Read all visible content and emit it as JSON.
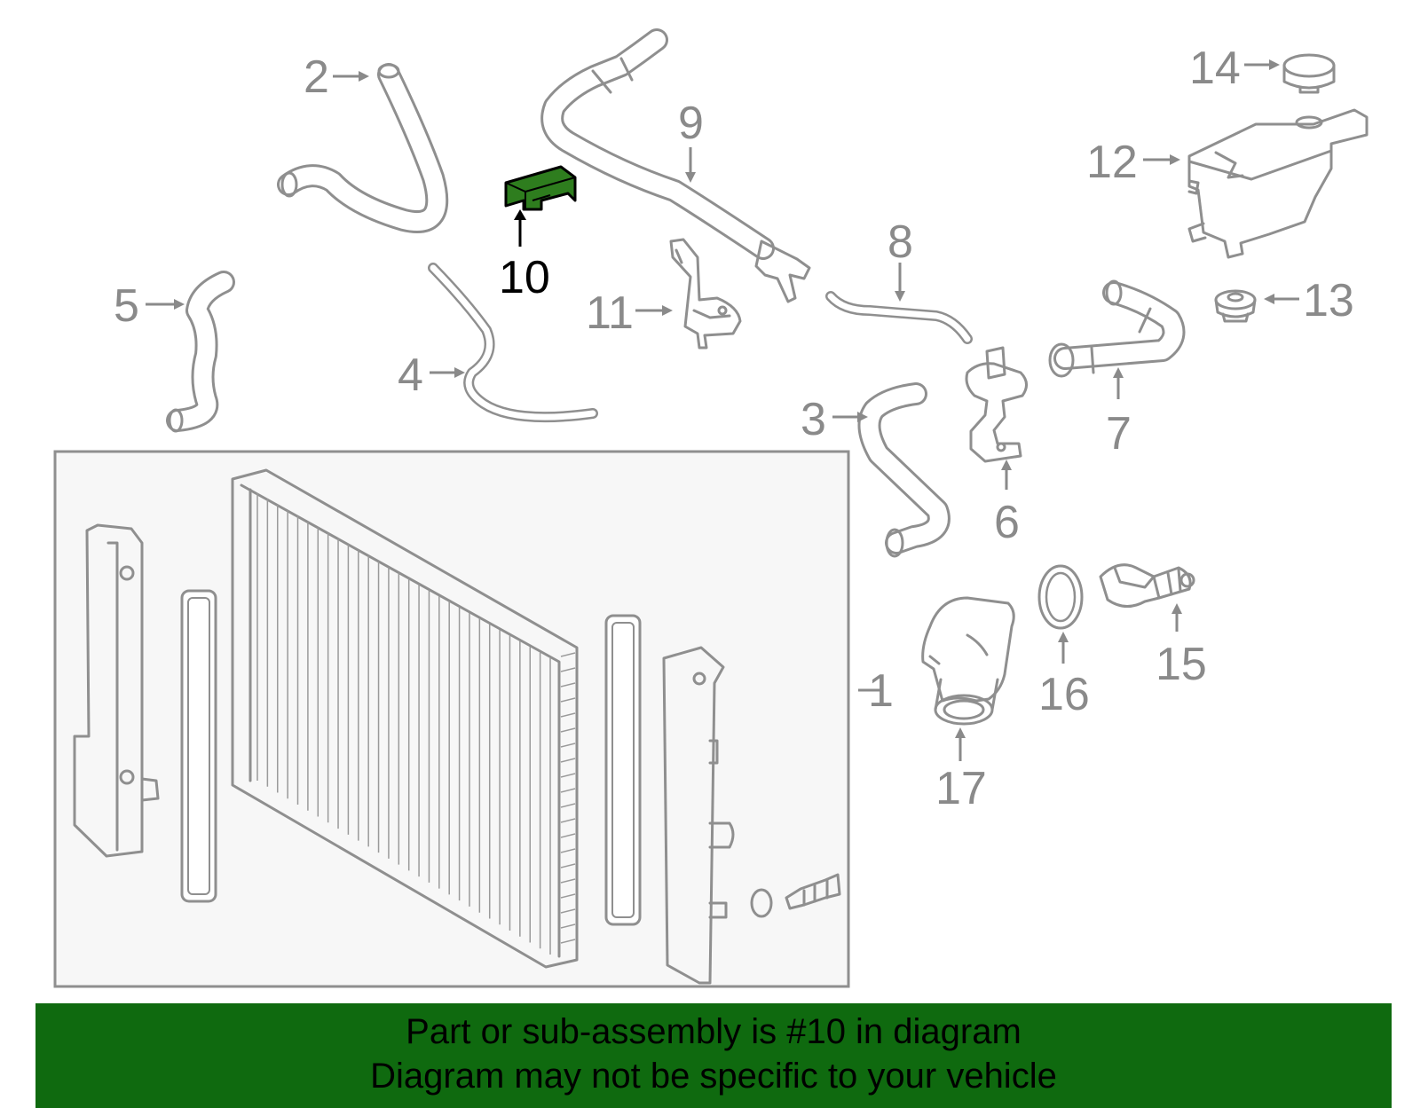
{
  "diagram": {
    "highlight_color": "#2e7d1e",
    "banner_color": "#0f6a0f",
    "callouts": [
      {
        "id": "1",
        "label": "1"
      },
      {
        "id": "2",
        "label": "2"
      },
      {
        "id": "3",
        "label": "3"
      },
      {
        "id": "4",
        "label": "4"
      },
      {
        "id": "5",
        "label": "5"
      },
      {
        "id": "6",
        "label": "6"
      },
      {
        "id": "7",
        "label": "7"
      },
      {
        "id": "8",
        "label": "8"
      },
      {
        "id": "9",
        "label": "9"
      },
      {
        "id": "10",
        "label": "10",
        "highlighted": true
      },
      {
        "id": "11",
        "label": "11"
      },
      {
        "id": "12",
        "label": "12"
      },
      {
        "id": "13",
        "label": "13"
      },
      {
        "id": "14",
        "label": "14"
      },
      {
        "id": "15",
        "label": "15"
      },
      {
        "id": "16",
        "label": "16"
      },
      {
        "id": "17",
        "label": "17"
      }
    ]
  },
  "banner": {
    "line1": "Part or sub-assembly is #10 in diagram",
    "line2": "Diagram may not be specific to your vehicle"
  }
}
